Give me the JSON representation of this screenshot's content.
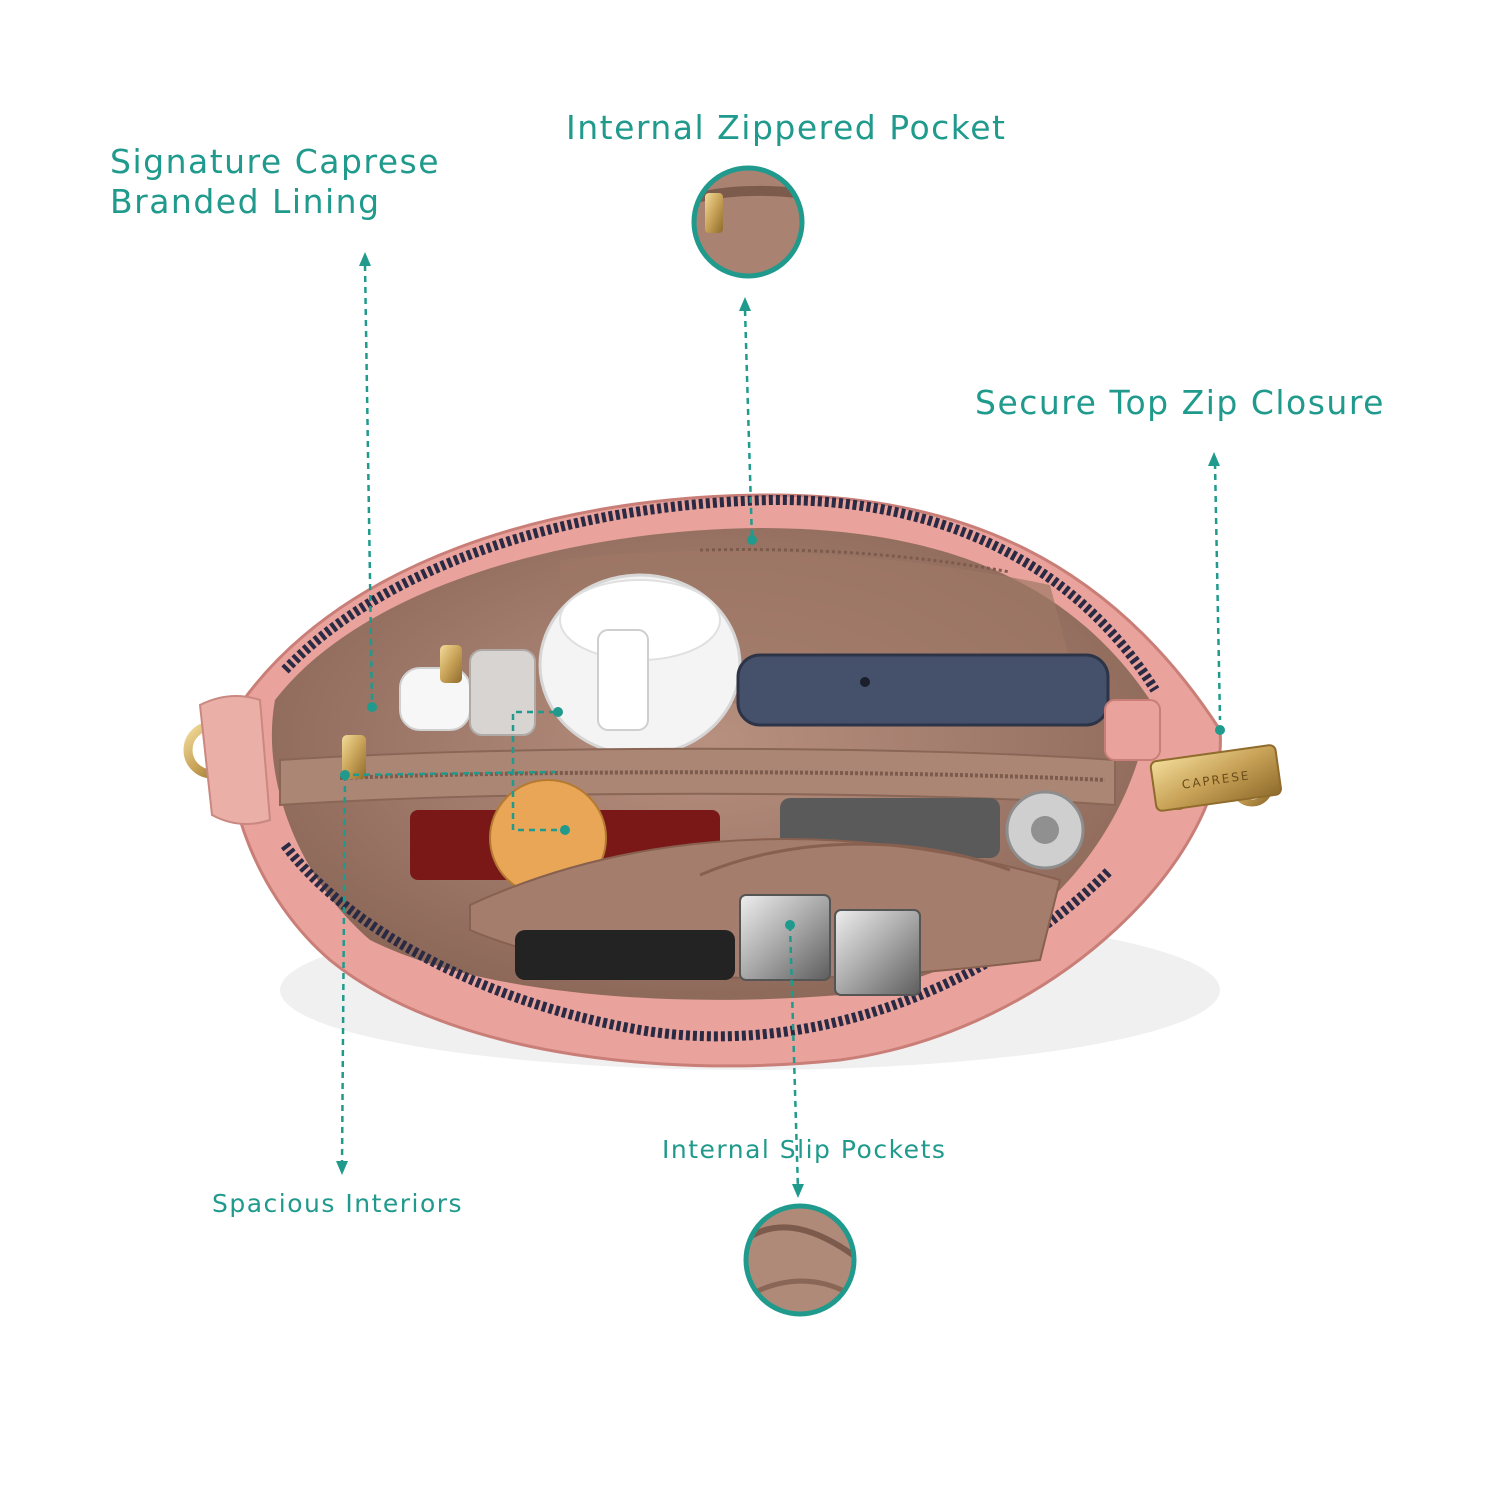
{
  "callouts": {
    "branded_lining": {
      "line1": "Signature Caprese",
      "line2": "Branded Lining"
    },
    "zippered_pocket": "Internal Zippered Pocket",
    "top_zip": "Secure Top Zip Closure",
    "spacious": "Spacious Interiors",
    "slip_pockets": "Internal Slip Pockets"
  },
  "zipper_tab_text": "CAPRESE",
  "colors": {
    "accent": "#1f9a8c",
    "bag_pink": "#e9a39c",
    "lining_brown": "#a98271",
    "zipper_teeth": "#2a2a44",
    "hardware_gold": "#c8a257"
  }
}
